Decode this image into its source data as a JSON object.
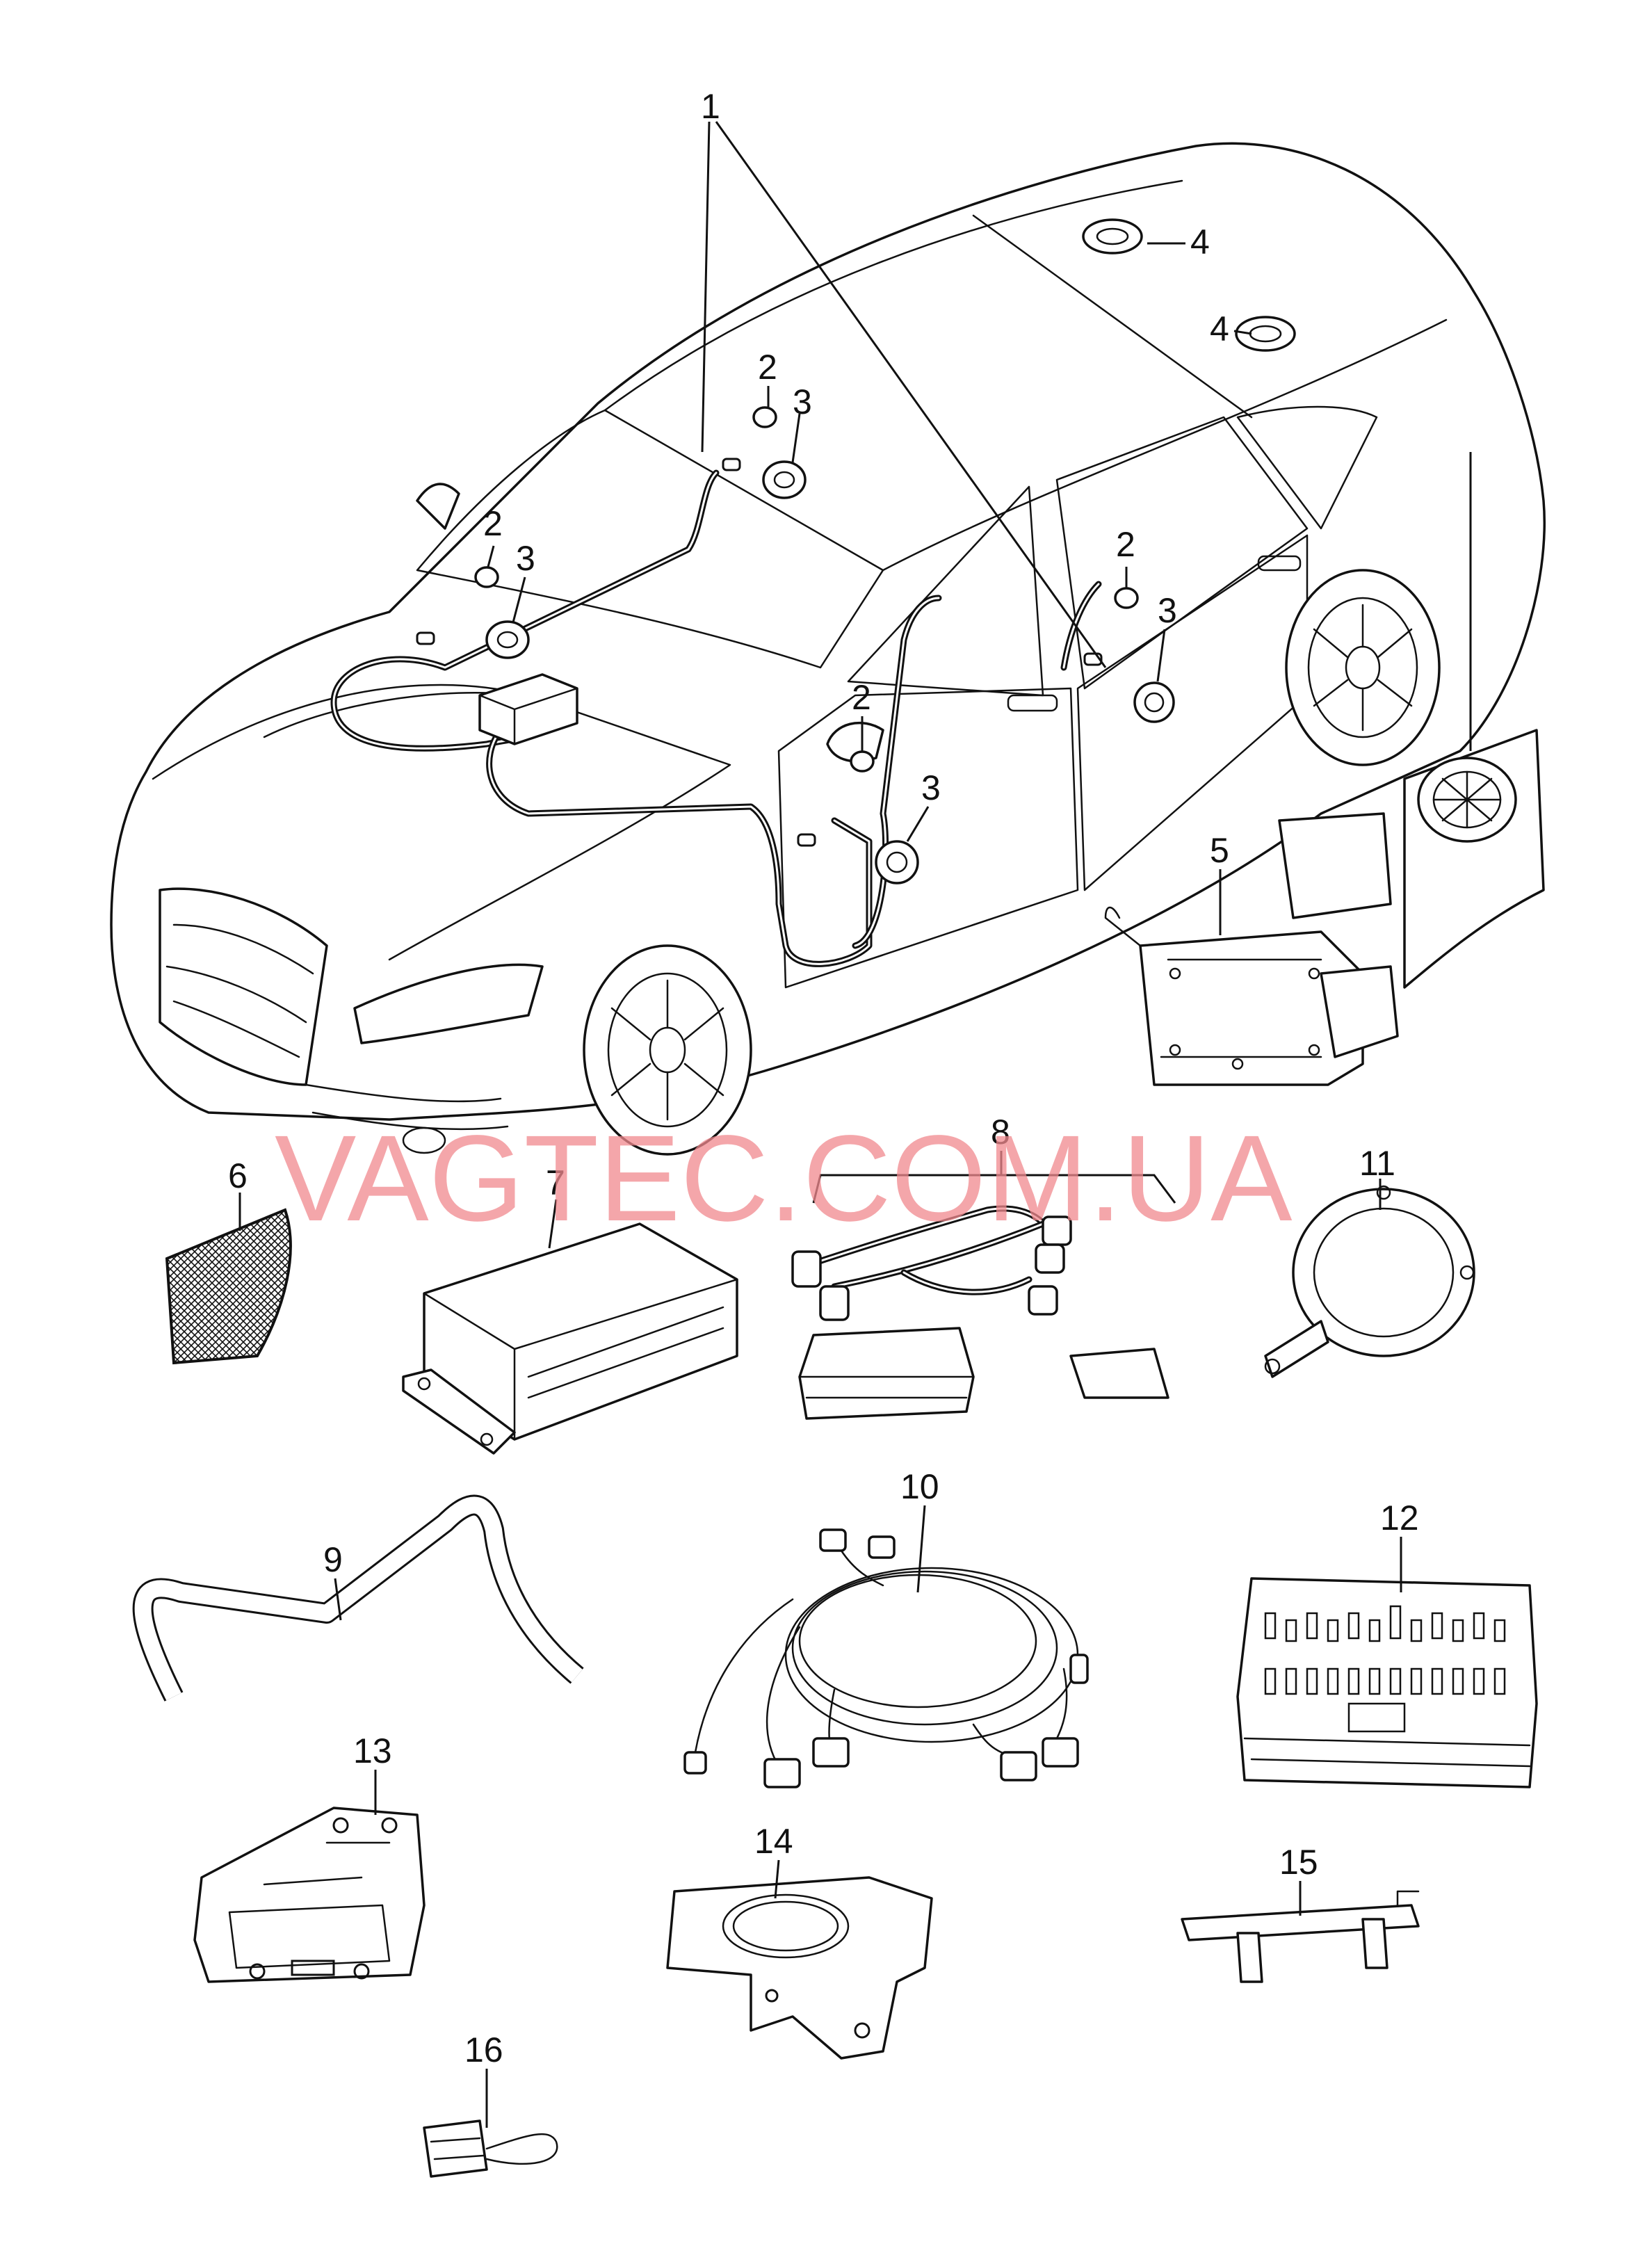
{
  "watermark": "VAGTEC.COM.UA",
  "callouts": {
    "c1": "1",
    "c2a": "2",
    "c2b": "2",
    "c2c": "2",
    "c2d": "2",
    "c3a": "3",
    "c3b": "3",
    "c3c": "3",
    "c3d": "3",
    "c4a": "4",
    "c4b": "4",
    "c5": "5",
    "c6": "6",
    "c7": "7",
    "c8": "8",
    "c9": "9",
    "c10": "10",
    "c11": "11",
    "c12": "12",
    "c13": "13",
    "c14": "14",
    "c15": "15",
    "c16": "16"
  },
  "colors": {
    "line": "#111111",
    "watermark": "#f0888e",
    "background": "#ffffff"
  }
}
